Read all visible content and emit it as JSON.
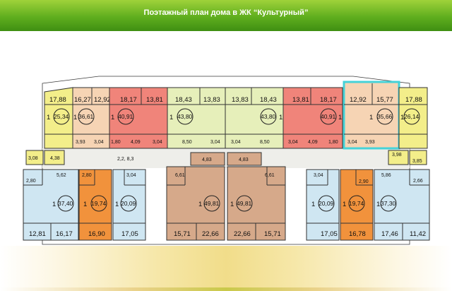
{
  "header": {
    "title": "Поэтажный план дома в ЖК “Культурный”"
  },
  "colors": {
    "yellow": "#f3ee8a",
    "peach": "#f6d4b4",
    "red": "#f0847a",
    "green": "#e6efba",
    "blue": "#cfe6f2",
    "orange": "#f1923c",
    "brown": "#d6a98a",
    "selected": "#45d2d8"
  },
  "apartments": [
    {
      "id": "a1",
      "rooms": "1",
      "area": "25,34"
    },
    {
      "id": "a2",
      "rooms": "1",
      "area": "36,61"
    },
    {
      "id": "a3",
      "rooms": "1",
      "area": "40,91"
    },
    {
      "id": "a4",
      "rooms": "1",
      "area": "43,80"
    },
    {
      "id": "a5",
      "rooms": "1",
      "area": "43,80"
    },
    {
      "id": "a6",
      "rooms": "1",
      "area": "40,91"
    },
    {
      "id": "a7",
      "rooms": "1",
      "area": "35,66"
    },
    {
      "id": "a8",
      "rooms": "1",
      "area": "26,14"
    },
    {
      "id": "b1",
      "rooms": "1",
      "area": "37,40"
    },
    {
      "id": "b2",
      "rooms": "1",
      "area": "19,74"
    },
    {
      "id": "b3",
      "rooms": "1",
      "area": "20,09"
    },
    {
      "id": "b4",
      "rooms": "1",
      "area": "49,81"
    },
    {
      "id": "b5",
      "rooms": "1",
      "area": "49,81"
    },
    {
      "id": "b6",
      "rooms": "1",
      "area": "20,09"
    },
    {
      "id": "b7",
      "rooms": "1",
      "area": "19,74"
    },
    {
      "id": "b8",
      "rooms": "1",
      "area": "37,30"
    }
  ],
  "labels": {
    "a1_r1": "17,88",
    "a2_r1": "16,27",
    "a2_r2": "12,92",
    "a2_s1": "3,93",
    "a2_s2": "3,04",
    "a3_r1": "18,17",
    "a3_r2": "13,81",
    "a3_s1": "1,80",
    "a3_s2": "4,09",
    "a3_s3": "3,04",
    "a4_r1": "18,43",
    "a4_r2": "13,83",
    "a4_s1": "8,50",
    "a4_s2": "3,04",
    "a5_r1": "13,83",
    "a5_r2": "18,43",
    "a5_s1": "3,04",
    "a5_s2": "8,50",
    "a6_r1": "13,81",
    "a6_r2": "18,17",
    "a6_s1": "3,04",
    "a6_s2": "4,09",
    "a6_s3": "1,80",
    "a7_r1": "12,92",
    "a7_r2": "15,77",
    "a7_s1": "3,04",
    "a7_s2": "3,93",
    "a8_r1": "17,88",
    "l1": "3,08",
    "l2": "4,38",
    "l3": "2,2, 8,3",
    "l4": "3,98",
    "l5": "3,85",
    "c1": "4,83",
    "c2": "4,83",
    "b1_r1": "5,62",
    "b1_r2": "2,80",
    "b1_r3": "12,81",
    "b1_r4": "16,17",
    "b2_r1": "2,80",
    "b2_r2": "16,90",
    "b3_r1": "3,04",
    "b3_r2": "17,05",
    "b4_r1": "6,61",
    "b4_r2": "15,71",
    "b4_r3": "22,66",
    "b5_r1": "6,61",
    "b5_r2": "22,66",
    "b5_r3": "15,71",
    "b6_r1": "3,04",
    "b6_r2": "17,05",
    "b7_r1": "2,90",
    "b7_r2": "16,78",
    "b8_r1": "5,86",
    "b8_r2": "2,66",
    "b8_r3": "17,46",
    "b8_r4": "11,42"
  }
}
